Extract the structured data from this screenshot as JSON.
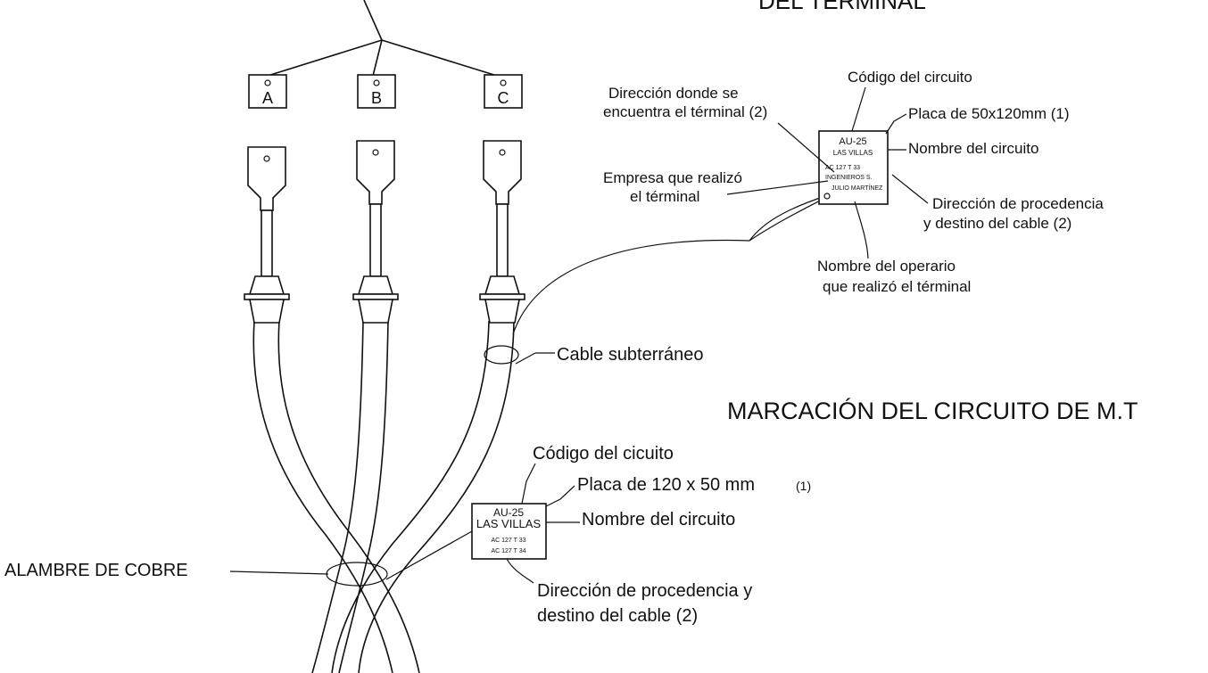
{
  "phases": [
    "A",
    "B",
    "C"
  ],
  "top_heading_fragment": "DEL TERMINAL",
  "main_title": "MARCACIÓN DEL CIRCUITO DE M.T",
  "upper_plate": {
    "lines": [
      "AU-25",
      "LAS VILLAS",
      "AC 127 T 33",
      "INGENIEROS S.",
      "JULIO MARTÍNEZ"
    ],
    "callouts": {
      "code": "Código del circuito",
      "plate_size": "Placa de 50x120mm (1)",
      "name": "Nombre del circuito",
      "address_line1": "Dirección donde se",
      "address_line2": "encuentra el términal (2)",
      "company_line1": "Empresa que realizó",
      "company_line2": "el términal",
      "direction_line1": "Dirección de procedencia",
      "direction_line2": "y destino del cable  (2)",
      "operator_line1": "Nombre del operario",
      "operator_line2": "que realizó el términal"
    }
  },
  "cable_label": "Cable subterráneo",
  "lower_plate": {
    "lines": [
      "AU-25",
      "LAS VILLAS",
      "AC 127 T 33",
      "AC 127 T 34"
    ],
    "callouts": {
      "code": "Código del cicuito",
      "plate_size": "Placa de 120 x 50 mm",
      "plate_size_note": "(1)",
      "name": "Nombre del circuito",
      "direction_line1": "Dirección de procedencia y",
      "direction_line2": "destino del cable (2)"
    }
  },
  "copper_label": "ALAMBRE DE COBRE"
}
